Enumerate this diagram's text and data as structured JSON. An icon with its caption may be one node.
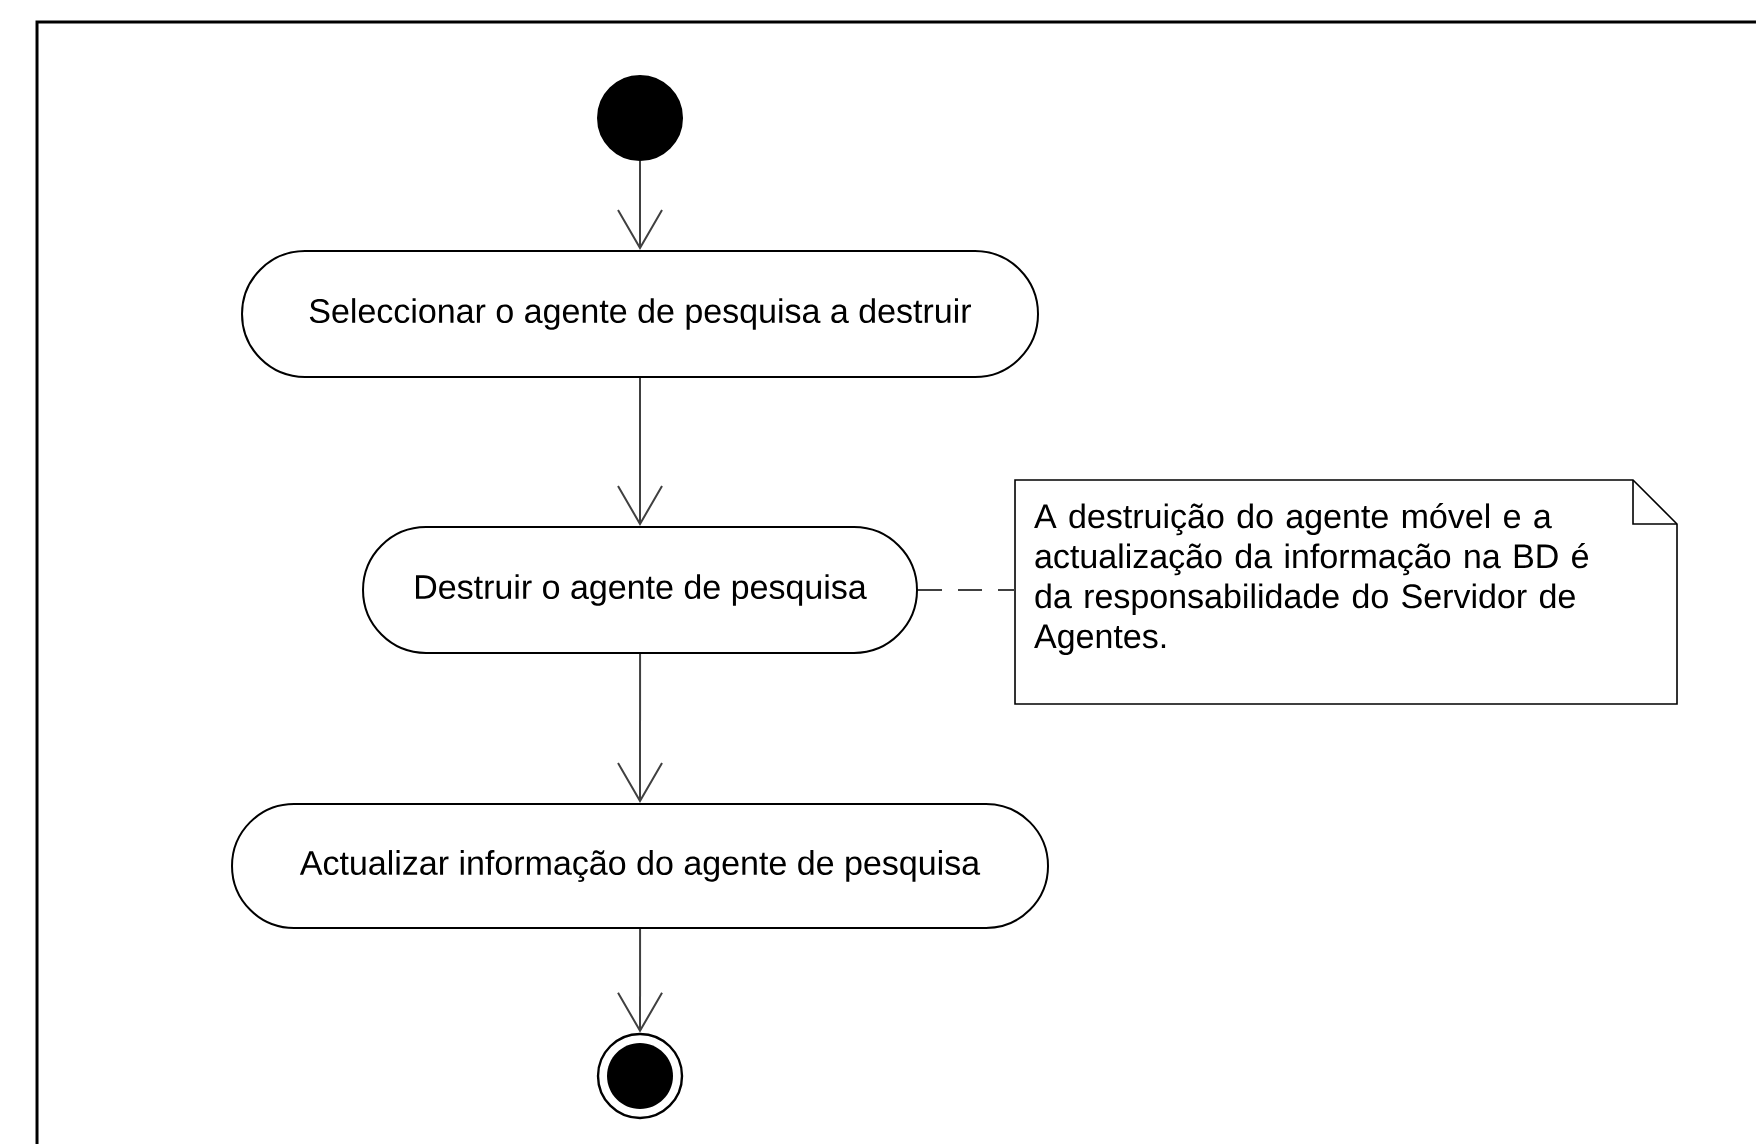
{
  "diagram": {
    "nodes": [
      {
        "text": [],
        "shape": "circle"
      },
      {
        "text": [
          "Seleccionar o agente de pesquisa a destruir"
        ]
      },
      {
        "text": [
          "Destruir o agente de pesquisa"
        ]
      },
      {
        "text": [
          "A destruição do agente móvel e a actualização da informação na BD é da responsabilidade do Servidor de Agentes."
        ]
      },
      {
        "text": [
          "Actualizar informação do agente de pesquisa"
        ]
      },
      {
        "text": [],
        "shape": "circle"
      }
    ],
    "edges": [
      {
        "from": 0,
        "to": 1,
        "arrow": "to"
      },
      {
        "from": 1,
        "to": 2,
        "arrow": "to"
      },
      {
        "from": 2,
        "to": 3,
        "arrow": "none",
        "style": "dashed"
      },
      {
        "from": 2,
        "to": 4,
        "arrow": "to"
      },
      {
        "from": 4,
        "to": 5,
        "arrow": "to"
      }
    ]
  }
}
